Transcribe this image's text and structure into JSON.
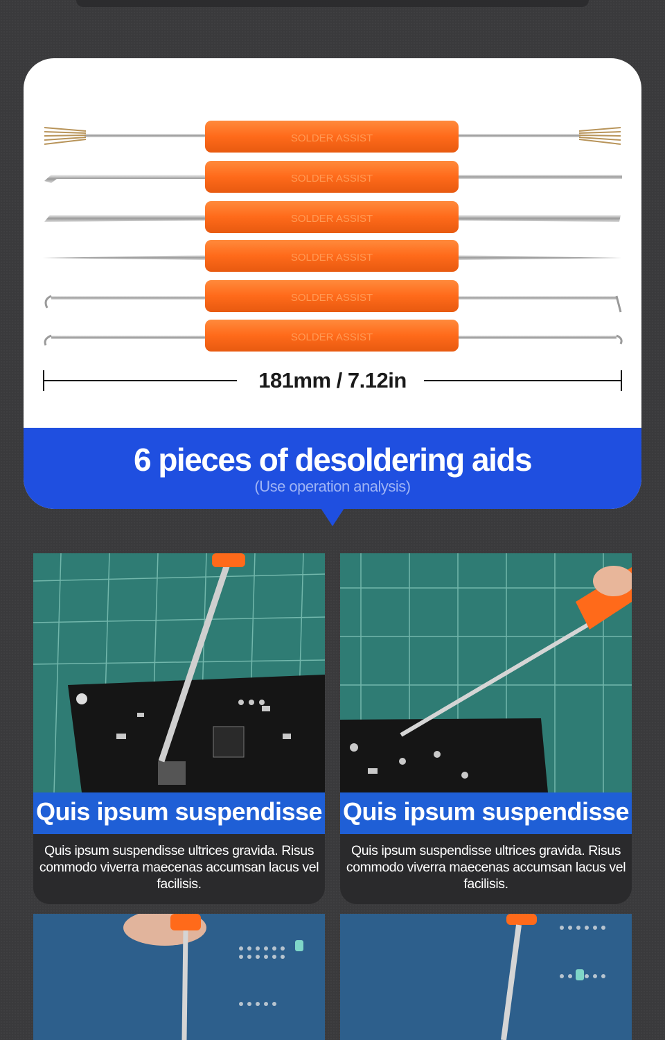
{
  "hero": {
    "tool_handle_text": "SOLDER ASSIST",
    "measurement_label": "181mm / 7.12in",
    "title": "6 pieces of desoldering aids",
    "subtitle": "(Use operation analysis)"
  },
  "features": [
    {
      "title": "Quis ipsum suspendisse",
      "description": "Quis ipsum suspendisse ultrices gravida. Risus commodo viverra maecenas accumsan lacus vel facilisis."
    },
    {
      "title": "Quis ipsum suspendisse",
      "description": "Quis ipsum suspendisse ultrices gravida. Risus commodo viverra maecenas accumsan lacus vel facilisis."
    }
  ],
  "colors": {
    "background": "#3a3a3c",
    "accent_blue": "#1f4fe0",
    "handle_orange": "#ff6a1a",
    "caption_blue": "#1f5fd6"
  }
}
